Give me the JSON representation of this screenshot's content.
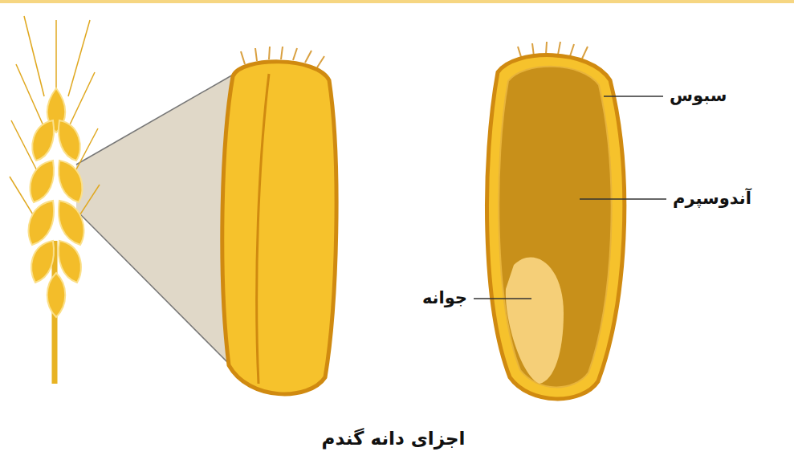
{
  "diagram": {
    "caption": "اجزای دانه گندم",
    "labels": [
      "سبوس",
      "آندوسپرم",
      "جوانه"
    ]
  }
}
